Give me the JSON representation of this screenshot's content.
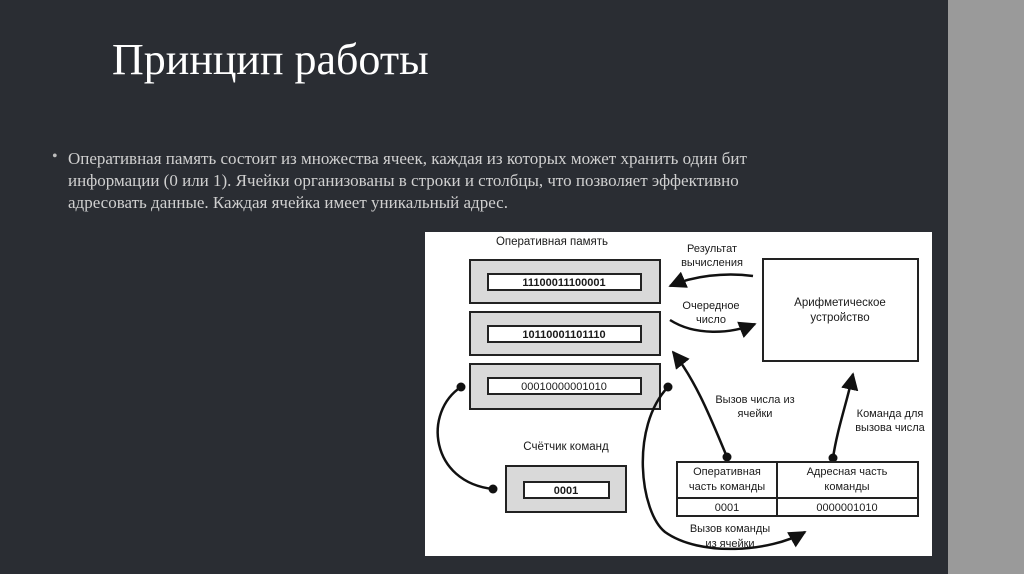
{
  "slide": {
    "title": "Принцип работы",
    "bullet": "Оперативная память состоит из множества ячеек, каждая из которых может хранить один бит информации (0 или 1). Ячейки организованы в строки и столбцы, что позволяет эффективно адресовать данные. Каждая ячейка имеет уникальный адрес."
  },
  "diagram": {
    "ram_label": "Оперативная память",
    "cells": [
      "11100011100001",
      "10110001101110",
      "00010000001010"
    ],
    "counter_label": "Счётчик команд",
    "counter_value": "0001",
    "alu_line1": "Арифметическое",
    "alu_line2": "устройство",
    "result_line1": "Результат",
    "result_line2": "вычисления",
    "next_line1": "Очередное",
    "next_line2": "число",
    "fetch_num_line1": "Вызов числа из",
    "fetch_num_line2": "ячейки",
    "command_line1": "Команда для",
    "command_line2": "вызова числа",
    "table_op_line1": "Оперативная",
    "table_op_line2": "часть команды",
    "table_addr_line1": "Адресная часть",
    "table_addr_line2": "команды",
    "table_op_value": "0001",
    "table_addr_value": "0000001010",
    "fetch_cmd_line1": "Вызов команды",
    "fetch_cmd_line2": "из ячейки"
  },
  "colors": {
    "background": "#2a2d33",
    "sidebar": "#9a9a9a",
    "ram_block": "#d9d9d9"
  }
}
